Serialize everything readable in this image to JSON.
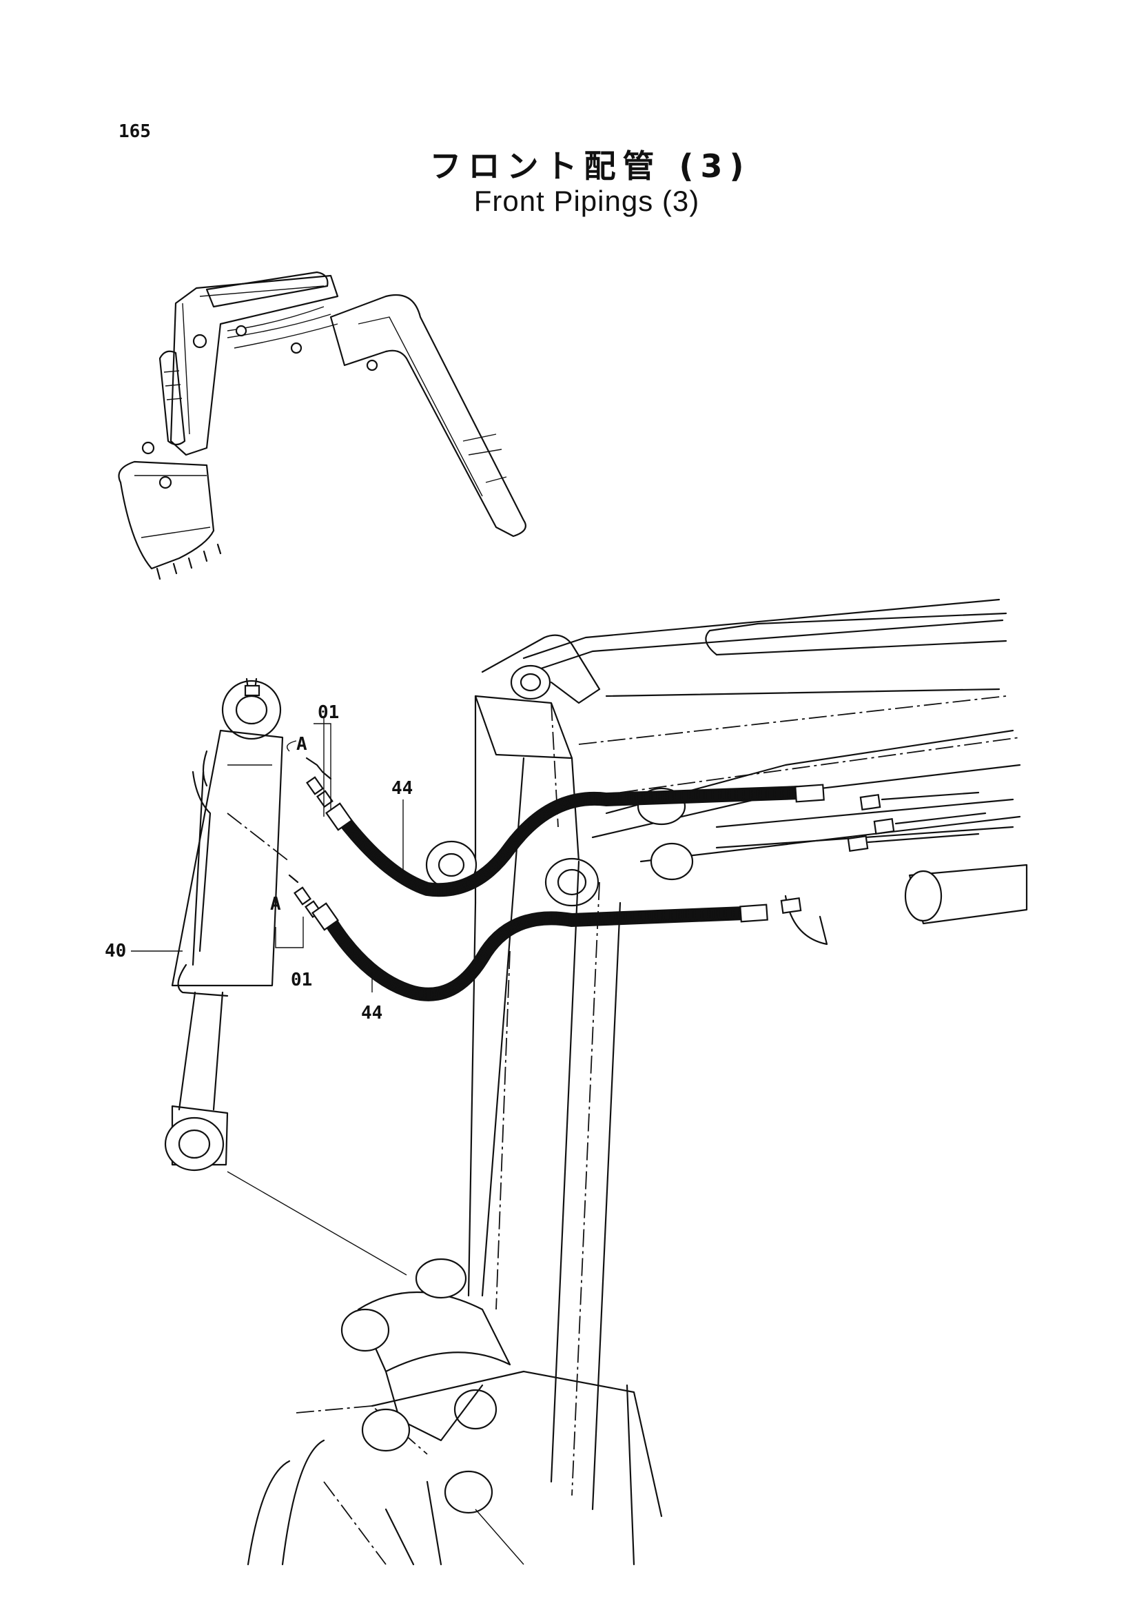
{
  "page_number": "165",
  "title_jp": "フロント配管 (3)",
  "title_en": "Front Pipings (3)",
  "callouts": {
    "fitting_top": "01",
    "fitting_bottom": "01",
    "view_top": "A",
    "view_bottom": "A",
    "hose_top": "44",
    "hose_bottom": "44",
    "cylinder": "40"
  }
}
